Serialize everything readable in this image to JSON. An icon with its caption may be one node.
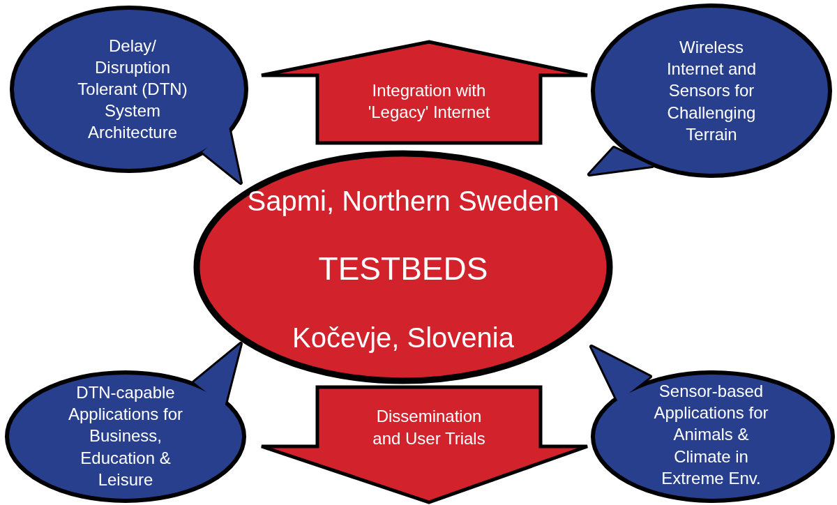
{
  "diagram": {
    "nodes": [
      {
        "text": [
          "Sapmi, Northern Sweden",
          "TESTBEDS",
          "Kočevje, Slovenia"
        ]
      },
      {
        "text": [
          "Delay/ Disruption Tolerant (DTN) System Architecture"
        ]
      },
      {
        "text": [
          "Integration with 'Legacy' Internet"
        ]
      },
      {
        "text": [
          "Wireless Internet and Sensors for Challenging Terrain"
        ]
      },
      {
        "text": [
          "DTN-capable Applications for Business, Education & Leisure"
        ]
      },
      {
        "text": [
          "Dissemination and User Trials"
        ]
      },
      {
        "text": [
          "Sensor-based Applications for Animals & Climate in Extreme Env."
        ]
      }
    ]
  }
}
